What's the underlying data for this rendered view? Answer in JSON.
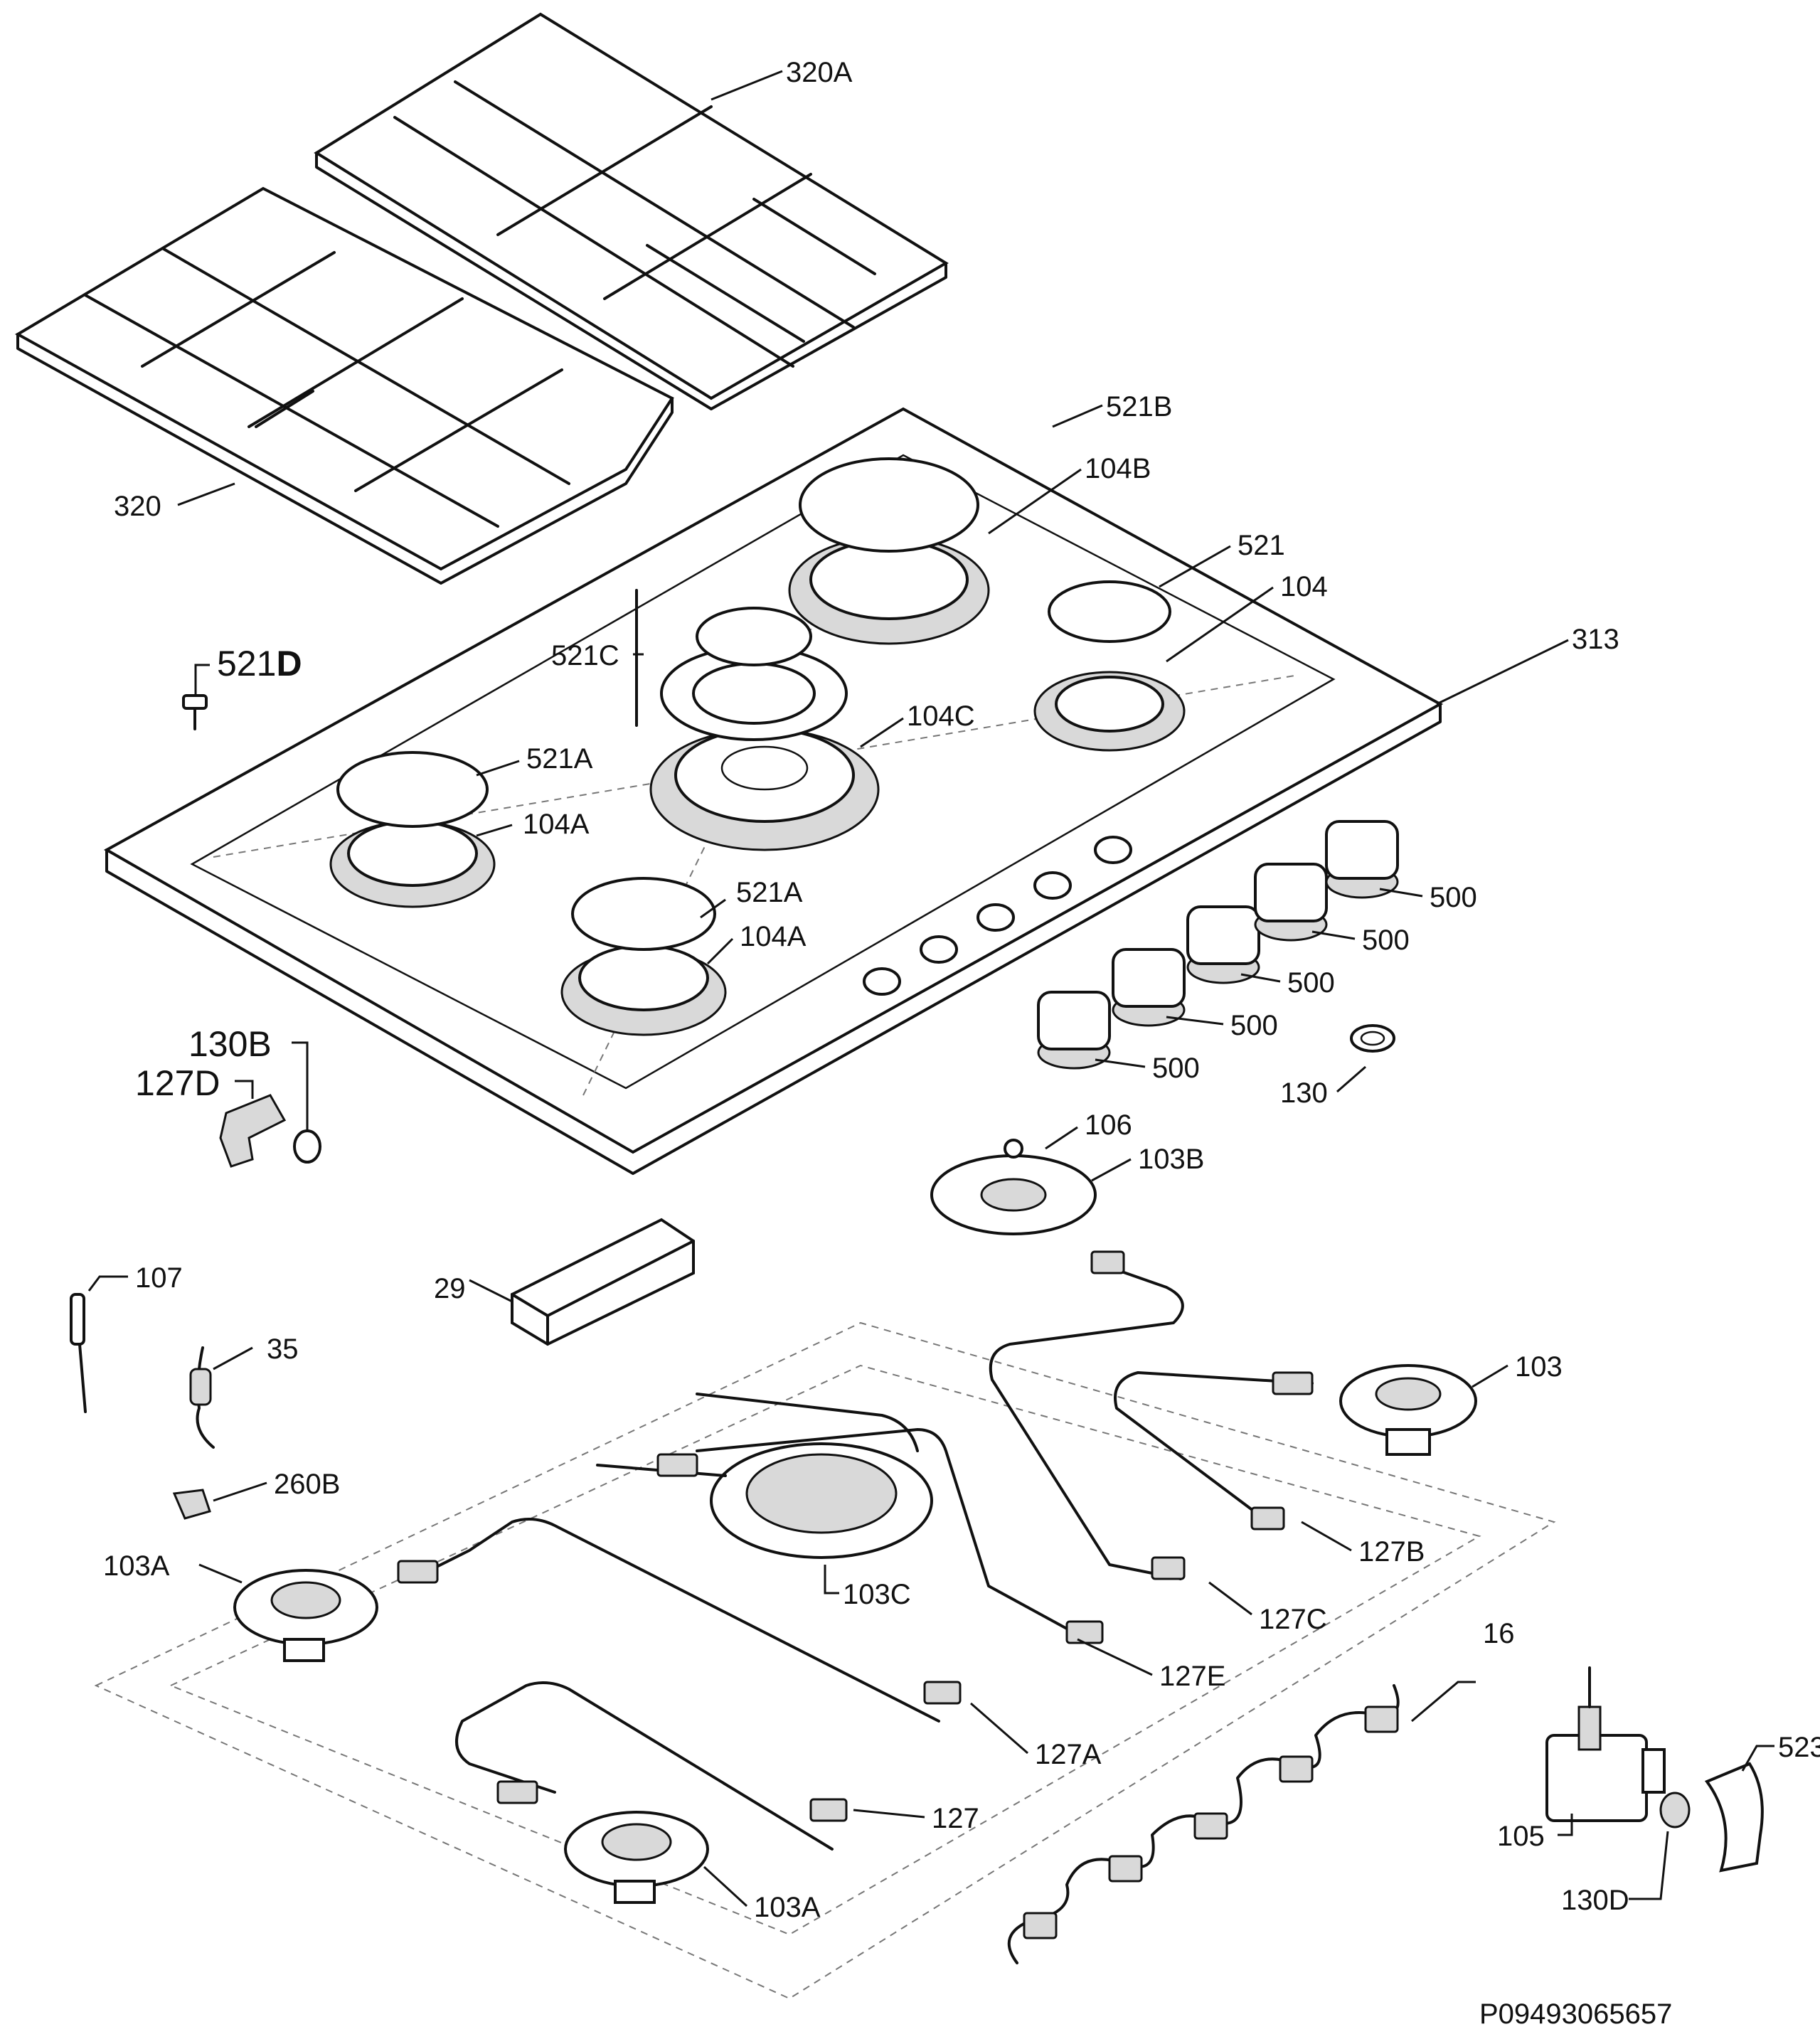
{
  "document_id": "P09493065657",
  "parts": {
    "p320a": "320A",
    "p320": "320",
    "p521b": "521B",
    "p104b": "104B",
    "p521": "521",
    "p104": "104",
    "p313": "313",
    "p521c": "521C",
    "p521d": "521",
    "p521d_suffix": "D",
    "p104c": "104C",
    "p521a_1": "521A",
    "p104a_1": "104A",
    "p521a_2": "521A",
    "p104a_2": "104A",
    "p500_1": "500",
    "p500_2": "500",
    "p500_3": "500",
    "p500_4": "500",
    "p500_5": "500",
    "p130b": "130B",
    "p127d": "127D",
    "p130": "130",
    "p106": "106",
    "p103b": "103B",
    "p107": "107",
    "p29": "29",
    "p35": "35",
    "p103": "103",
    "p260b": "260B",
    "p103a_1": "103A",
    "p103c": "103C",
    "p127b": "127B",
    "p127c": "127C",
    "p127e": "127E",
    "p16": "16",
    "p127a": "127A",
    "p523": "523",
    "p127": "127",
    "p105": "105",
    "p103a_2": "103A",
    "p130d": "130D"
  }
}
